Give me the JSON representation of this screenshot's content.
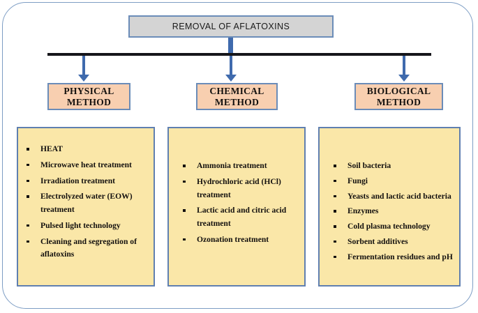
{
  "diagram": {
    "title": "REMOVAL OF AFLATOXINS",
    "colors": {
      "frame_border": "#7d9dc4",
      "title_fill": "#d4d4d4",
      "title_border": "#6b8cb8",
      "method_fill": "#f8cfb0",
      "method_border": "#6b8cb8",
      "panel_fill": "#fae7a8",
      "panel_border": "#5f7fb0",
      "connector_blue": "#3f6aad",
      "bar_black": "#16161a"
    },
    "branches": [
      {
        "id": "physical",
        "heading_line1": "PHYSICAL",
        "heading_line2": "METHOD",
        "items": [
          "HEAT",
          "Microwave heat treatment",
          "Irradiation treatment",
          "Electrolyzed water (EOW) treatment",
          "Pulsed light technology",
          "Cleaning and segregation of aflatoxins"
        ]
      },
      {
        "id": "chemical",
        "heading_line1": "CHEMICAL",
        "heading_line2": "METHOD",
        "items": [
          "Ammonia treatment",
          "Hydrochloric acid (HCl) treatment",
          "Lactic acid and citric acid treatment",
          "Ozonation treatment"
        ]
      },
      {
        "id": "biological",
        "heading_line1": "BIOLOGICAL",
        "heading_line2": "METHOD",
        "items": [
          "Soil bacteria",
          "Fungi",
          "Yeasts and lactic acid bacteria",
          "Enzymes",
          "Cold plasma technology",
          "Sorbent additives",
          "Fermentation residues and pH"
        ]
      }
    ]
  }
}
